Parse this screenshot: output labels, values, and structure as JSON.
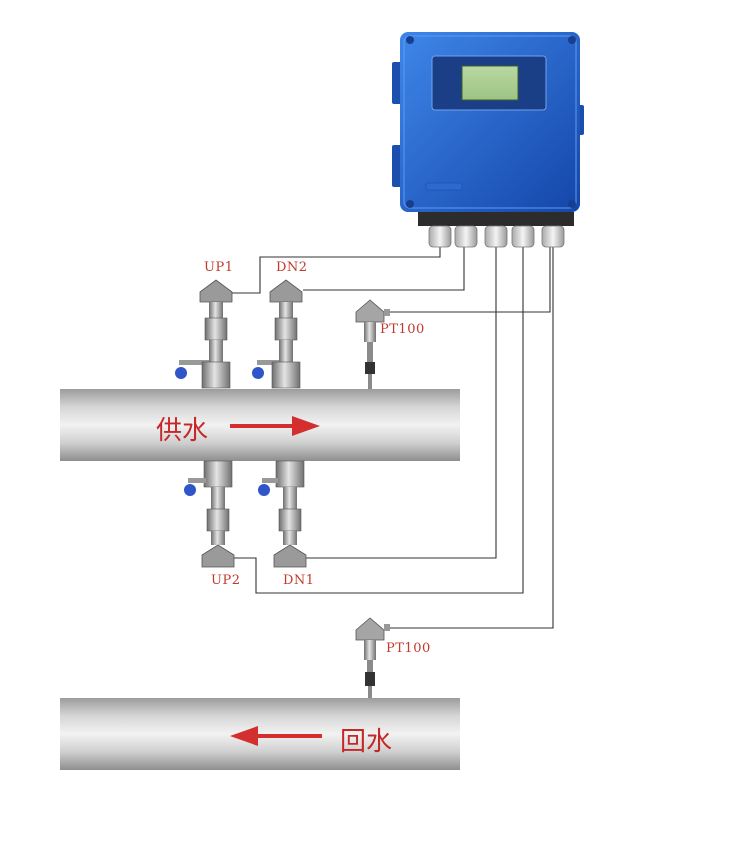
{
  "labels": {
    "up1": "UP1",
    "dn2": "DN2",
    "up2": "UP2",
    "dn1": "DN1",
    "pt100_top": "PT100",
    "pt100_bottom": "PT100"
  },
  "flow": {
    "supply": "供水",
    "return": "回水"
  },
  "colors": {
    "enclosure": "#1f5fc8",
    "label_red": "#c0392b",
    "arrow_red": "#d32f2f",
    "pipe_gray": "#c8c8c8",
    "wire": "#333333"
  }
}
